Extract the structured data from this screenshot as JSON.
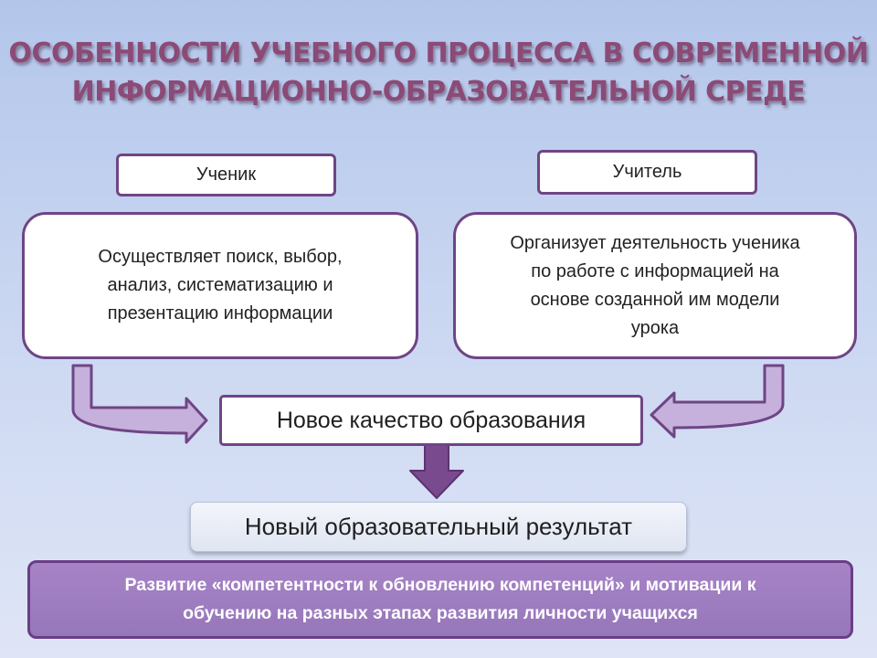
{
  "title": {
    "line1": "ОСОБЕННОСТИ УЧЕБНОГО ПРОЦЕССА В СОВРЕМЕННОЙ",
    "line2": "ИНФОРМАЦИОННО-ОБРАЗОВАТЕЛЬНОЙ СРЕДЕ"
  },
  "student": {
    "label": "Ученик",
    "description": [
      "Осуществляет поиск, выбор,",
      "анализ, систематизацию и",
      "презентацию информации"
    ]
  },
  "teacher": {
    "label": "Учитель",
    "description": [
      "Организует деятельность ученика",
      "по работе с информацией на",
      "основе созданной им модели",
      "урока"
    ]
  },
  "quality": "Новое качество образования",
  "result": "Новый образовательный результат",
  "banner": [
    "Развитие «компетентности к обновлению компетенций» и мотивации к",
    "обучению на разных этапах развития личности учащихся"
  ],
  "colors": {
    "title": "#8c4a76",
    "border": "#6f4585",
    "arrow_fill": "#c6b1dc",
    "down_arrow": "#7a4a8e",
    "banner": "#9f7fc2"
  }
}
